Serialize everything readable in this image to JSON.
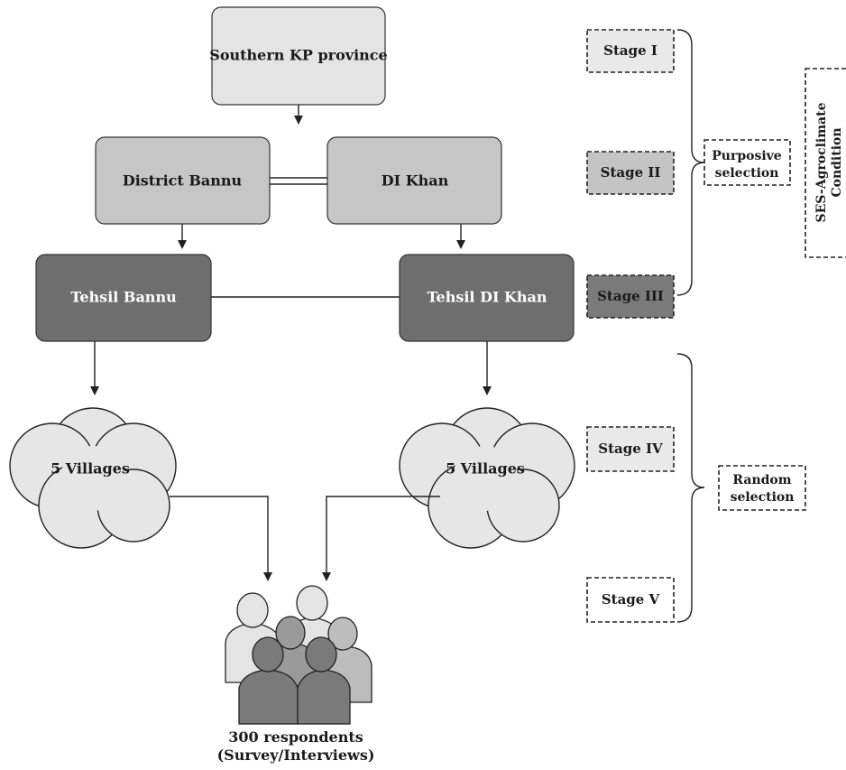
{
  "nodes": {
    "province": "Southern KP province",
    "district_bannu": "District Bannu",
    "di_khan": "DI Khan",
    "tehsil_bannu": "Tehsil Bannu",
    "tehsil_di_khan": "Tehsil DI Khan",
    "villages_left": "5 Villages",
    "villages_right": "5 Villages",
    "respondents_line1": "300 respondents",
    "respondents_line2": "(Survey/Interviews)"
  },
  "stages": [
    "Stage I",
    "Stage II",
    "Stage III",
    "Stage IV",
    "Stage V"
  ],
  "groups": {
    "purposive_line1": "Purposive",
    "purposive_line2": "selection",
    "random_line1": "Random",
    "random_line2": "selection",
    "ses_line1": "SES-Agroclimate",
    "ses_line2": "Condition"
  },
  "colors": {
    "level1": "#e4e4e4",
    "level2": "#c6c6c6",
    "level3": "#6e6e6e",
    "stage_light": "#e9e9e9",
    "stage_mid": "#c4c4c4",
    "stage_dark": "#7a7a7a"
  }
}
